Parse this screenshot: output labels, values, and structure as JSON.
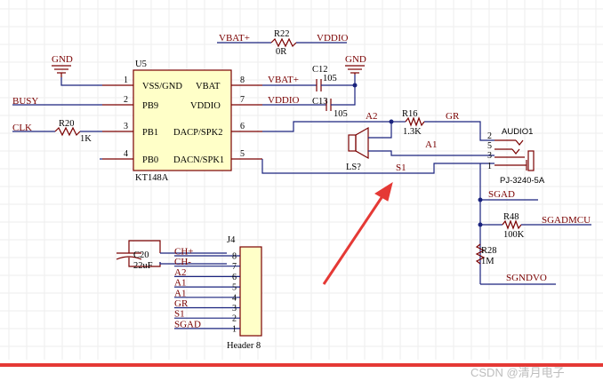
{
  "u5": {
    "designator": "U5",
    "part": "KT148A",
    "left_pins": [
      {
        "num": "1",
        "name": "VSS/GND"
      },
      {
        "num": "2",
        "name": "PB9"
      },
      {
        "num": "3",
        "name": "PB1"
      },
      {
        "num": "4",
        "name": "PB0"
      }
    ],
    "right_pins": [
      {
        "num": "8",
        "name": "VBAT"
      },
      {
        "num": "7",
        "name": "VDDIO"
      },
      {
        "num": "6",
        "name": "DACP/SPK2"
      },
      {
        "num": "5",
        "name": "DACN/SPK1"
      }
    ]
  },
  "nets": {
    "gnd_u5": "GND",
    "gnd_c": "GND",
    "busy": "BUSY",
    "clk": "CLK",
    "vbat_top": "VBAT+",
    "vddio_top": "VDDIO",
    "vbat_pin": "VBAT+",
    "vddio_pin": "VDDIO",
    "a2": "A2",
    "gr": "GR",
    "a1": "A1",
    "s1": "S1",
    "sgad": "SGAD",
    "sgadmcu": "SGADMCU",
    "sgndvo": "SGNDVO"
  },
  "parts": {
    "r22": {
      "ref": "R22",
      "value": "0R"
    },
    "r20": {
      "ref": "R20",
      "value": "1K"
    },
    "r16": {
      "ref": "R16",
      "value": "1.3K"
    },
    "r48": {
      "ref": "R48",
      "value": "100K"
    },
    "r28": {
      "ref": "R28",
      "value": "1M"
    },
    "c12": {
      "ref": "C12",
      "value": "105"
    },
    "c13": {
      "ref": "C13",
      "value": "105"
    },
    "c20": {
      "ref": "C20",
      "value": "22uF"
    },
    "speaker": {
      "ref": "LS?"
    }
  },
  "audio_jack": {
    "ref": "AUDIO1",
    "part": "PJ-3240-5A",
    "pins": [
      "2",
      "5",
      "3",
      "1"
    ]
  },
  "j4": {
    "ref": "J4",
    "part": "Header 8",
    "rows": [
      {
        "net": "CH+",
        "pin": "8"
      },
      {
        "net": "CH-",
        "pin": "7"
      },
      {
        "net": "A2",
        "pin": "6"
      },
      {
        "net": "A1",
        "pin": "5"
      },
      {
        "net": "A1",
        "pin": "4"
      },
      {
        "net": "GR",
        "pin": "3"
      },
      {
        "net": "S1",
        "pin": "2"
      },
      {
        "net": "SGAD",
        "pin": "1"
      }
    ]
  },
  "watermark": "CSDN @清月电子",
  "colors": {
    "wire": "#1a237e",
    "component": "#7a0000",
    "chip_fill": "#ffffc8",
    "annotation": "#e53935"
  }
}
